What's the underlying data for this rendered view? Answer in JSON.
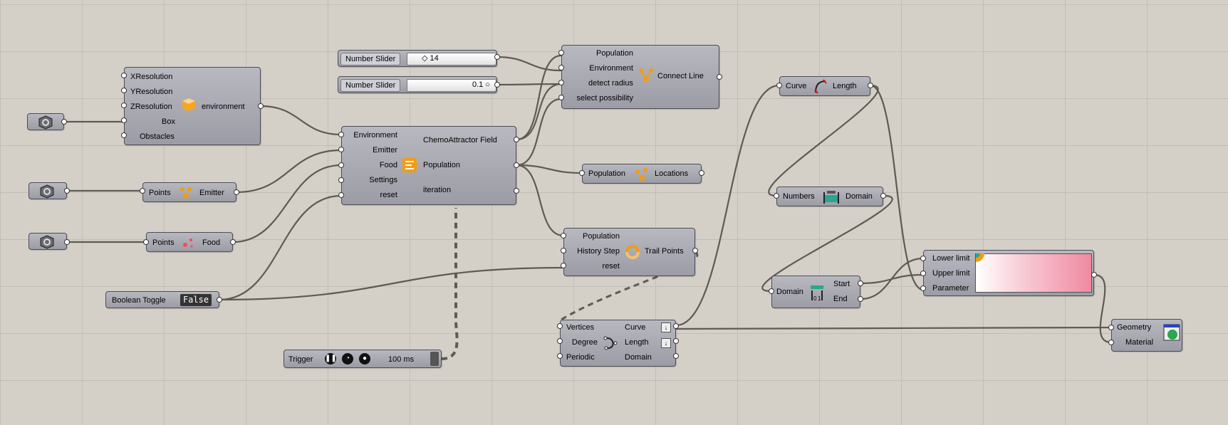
{
  "canvas": {
    "background": "#d4d0c8",
    "grid": "#c2beb6",
    "wire": "#5e5a54",
    "accent": "#f39c12"
  },
  "slider1": {
    "tab": "Number Slider",
    "value": "◇ 14"
  },
  "slider2": {
    "tab": "Number Slider",
    "value": "0.1 ○"
  },
  "env": {
    "inputs": [
      "XResolution",
      "YResolution",
      "ZResolution",
      "Box",
      "Obstacles"
    ],
    "output": "environment",
    "icon": "orange-cube-icon"
  },
  "points_emitter": {
    "input": "Points",
    "output": "Emitter"
  },
  "points_food": {
    "input": "Points",
    "output": "Food"
  },
  "toggle": {
    "label": "Boolean Toggle",
    "value": "False"
  },
  "chemo": {
    "inputs": [
      "Environment",
      "Emitter",
      "Food",
      "Settings",
      "reset"
    ],
    "outputs": [
      "ChemoAttractor Field",
      "Population",
      "iteration"
    ],
    "icon": "chemo-solver-icon"
  },
  "connect": {
    "inputs": [
      "Population",
      "Environment",
      "detect radius",
      "select possibility"
    ],
    "output": "Connect Line"
  },
  "locations": {
    "input": "Population",
    "output": "Locations"
  },
  "trail": {
    "inputs": [
      "Population",
      "History Step",
      "reset"
    ],
    "output": "Trail Points"
  },
  "trigger": {
    "label": "Trigger",
    "interval": "100 ms"
  },
  "curve": {
    "inputs": [
      "Vertices",
      "Degree",
      "Periodic"
    ],
    "outputs": [
      "Curve",
      "Length",
      "Domain"
    ]
  },
  "length": {
    "input": "Curve",
    "output": "Length"
  },
  "bounds": {
    "input": "Numbers",
    "output": "Domain"
  },
  "deconstruct": {
    "input": "Domain",
    "outputs": [
      "Start",
      "End"
    ]
  },
  "grad": {
    "inputs": [
      "Lower limit",
      "Upper limit",
      "Parameter"
    ]
  },
  "preview": {
    "inputs": [
      "Geometry",
      "Material"
    ]
  }
}
